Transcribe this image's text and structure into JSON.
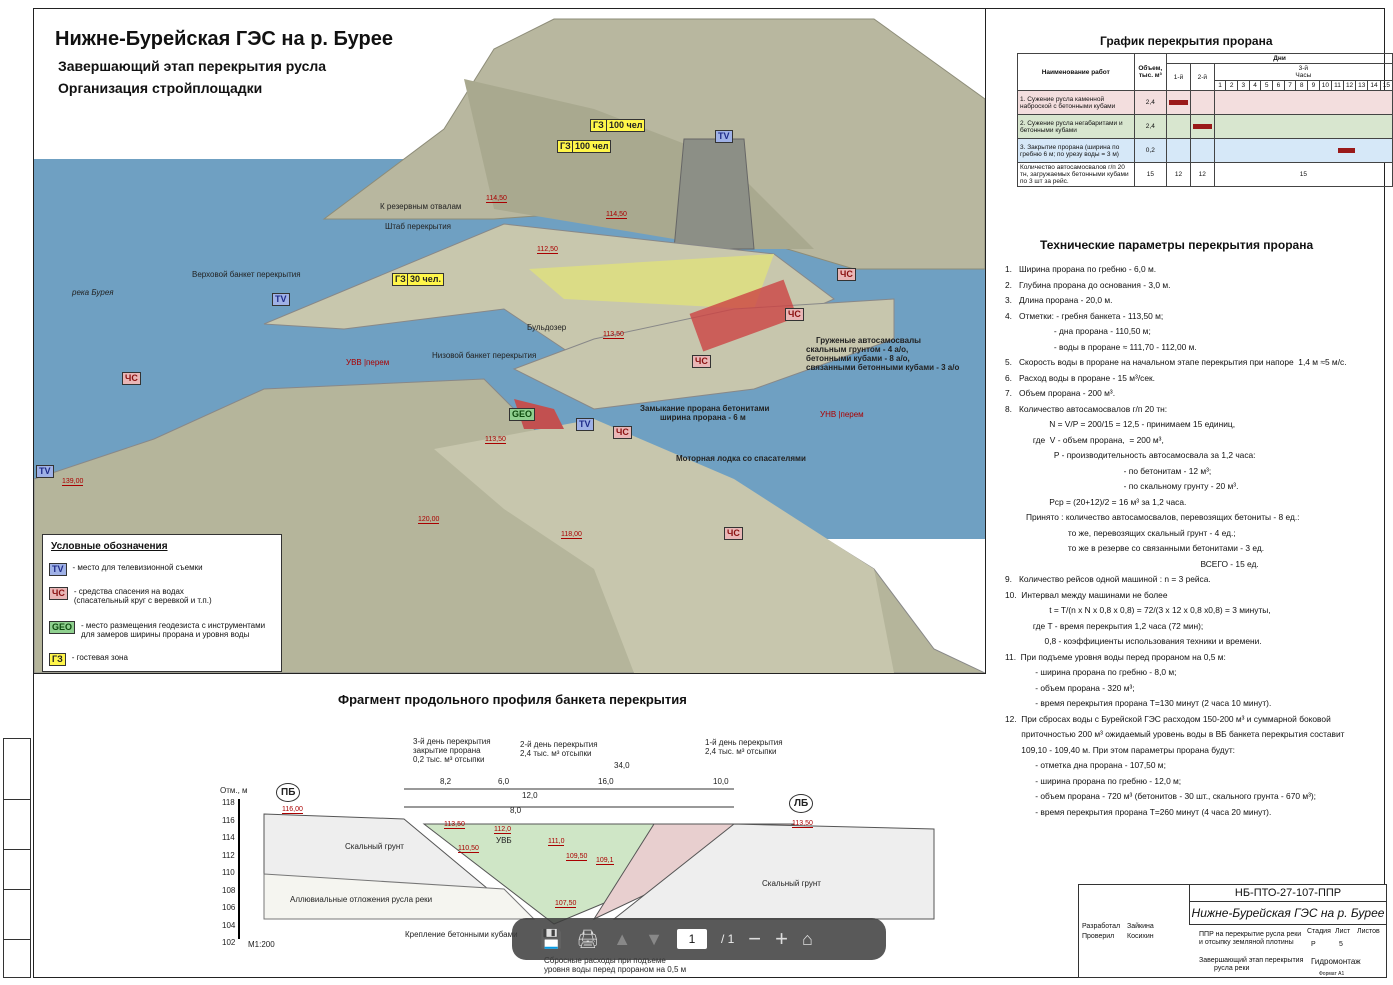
{
  "header": {
    "title": "Нижне-Бурейская ГЭС на р. Бурее",
    "subtitle1": "Завершающий этап перекрытия русла",
    "subtitle2": "Организация стройплощадки"
  },
  "site_labels": {
    "reserve_dump": "К резервным отвалам",
    "hq": "Штаб перекрытия",
    "upper_bank": "Верховой банкет перекрытия",
    "river": "река Бурея",
    "bulldozer": "Бульдозер",
    "lower_bank": "Низовой банкет перекрытия",
    "trucks1": "Груженые автосамосвалы",
    "trucks2": "скальным грунтом - 4 а/о,",
    "trucks3": "бетонными кубами - 8 а/о,",
    "trucks4": "связанными бетонными кубами - 3 а/о",
    "closing1": "Замыкание прорана бетонитами",
    "closing2": "ширина прорана - 6 м",
    "boat": "Моторная лодка со спасателями",
    "uvb": "УВВ |перем",
    "unb": "УНВ |перем"
  },
  "tags": {
    "tv": "TV",
    "chs": "ЧС",
    "geo": "GEO",
    "gz": "ГЗ",
    "gz_100": "100 чел",
    "gz_30": "30 чел."
  },
  "elevations": {
    "e114": "114,50",
    "e1145": "114,50",
    "e1125": "112,50",
    "e1135": "113,50",
    "e1135b": "113,50",
    "e139": "139,00",
    "e120": "120,00",
    "e118": "118,00"
  },
  "legend": {
    "title": "Условные обозначения",
    "tv_desc": "- место для телевизионной съемки",
    "chs_desc1": "- средства спасения на водах",
    "chs_desc2": "(спасательный круг с веревкой и т.п.)",
    "geo_desc1": "- место размещения геодезиста с инструментами",
    "geo_desc2": "для замеров ширины прорана и уровня воды",
    "gz_desc": "- гостевая зона"
  },
  "schedule": {
    "title": "График перекрытия прорана",
    "col_name": "Наименование работ",
    "col_vol": "Объем, тыс. м³",
    "col_days": "Дни",
    "d1": "1-й",
    "d2": "2-й",
    "d3": "3-й",
    "hours": "Часы",
    "h": [
      "1",
      "2",
      "3",
      "4",
      "5",
      "6",
      "7",
      "8",
      "9",
      "10",
      "11",
      "12",
      "13",
      "14",
      "15"
    ],
    "rows": [
      {
        "name": "1. Сужение русла каменной наброской с бетонными кубами",
        "vol": "2,4"
      },
      {
        "name": "2. Сужение русла негабаритами и бетонными кубами",
        "vol": "2,4"
      },
      {
        "name": "3. Закрытие прорана (ширина по гребню 6 м; по урезу воды = 3 м)",
        "vol": "0,2"
      },
      {
        "name": "Количество автосамосвалов г/п 20 тн, загружаемых бетонными кубами по 3 шт за рейс.",
        "vol": "15",
        "c1": "12",
        "c2": "12",
        "c3": "15"
      }
    ]
  },
  "tech": {
    "title": "Технические параметры перекрытия прорана",
    "lines": [
      "1.   Ширина прорана по гребню - 6,0 м.",
      "2.   Глубина прорана до основания - 3,0 м.",
      "3.   Длина прорана - 20,0 м.",
      "4.   Отметки: - гребня банкета - 113,50 м;",
      "                     - дна прорана - 110,50 м;",
      "                     - воды в проране ≈ 111,70 - 112,00 м.",
      "5.   Скорость воды в проране на начальном этапе перекрытия при напоре  1,4 м ≈5 м/с.",
      "6.   Расход воды в проране - 15 м³/сек.",
      "7.   Объем прорана - 200 м³.",
      "8.   Количество автосамосвалов г/п 20 тн:",
      "                   N = V/P = 200/15 = 12,5 - принимаем 15 единиц,",
      "            где  V - объем прорана,  = 200 м³,",
      "                     P - производительность автосамосвала за 1,2 часа:",
      "                                                   - по бетонитам - 12 м³;",
      "                                                   - по скальному грунту - 20 м³.",
      "                   Pср = (20+12)/2 = 16 м³ за 1,2 часа.",
      "         Принято : количество автосамосвалов, перевозящих бетониты - 8 ед.:",
      "                           то же, перевозящих скальный грунт - 4 ед.;",
      "                           то же в резерве со связанными бетонитами - 3 ед.",
      "                                                                                    ВСЕГО - 15 ед.",
      "9.   Количество рейсов одной машиной : n = 3 рейса.",
      "10.  Интервал между машинами не более",
      "                   t = T/(n x N x 0,8 x 0,8) = 72/(3 x 12 x 0,8 x0,8) = 3 минуты,",
      "            где T - время перекрытия 1,2 часа (72 мин);",
      "                 0,8 - коэффициенты использования техники и времени.",
      "11.  При подъеме уровня воды перед прораном на 0,5 м:",
      "             - ширина прорана по гребню - 8,0 м;",
      "             - объем прорана - 320 м³;",
      "             - время перекрытия прорана T=130 минут (2 часа 10 минут).",
      "12.  При сбросах воды с Бурейской ГЭС расходом 150-200 м³ и суммарной боковой",
      "       приточностью 200 м³ ожидаемый уровень воды в ВБ банкета перекрытия составит",
      "       109,10 - 109,40 м. При этом параметры прорана будут:",
      "             - отметка дна прорана - 107,50 м;",
      "             - ширина прорана по гребню - 12,0 м;",
      "             - объем прорана - 720 м³ (бетонитов - 30 шт., скального грунта - 670 м³);",
      "             - время перекрытия прорана T=260 минут (4 часа 20 минут)."
    ]
  },
  "profile": {
    "title": "Фрагмент продольного профиля банкета перекрытия",
    "day3a": "3-й день перекрытия",
    "day3b": "закрытие прорана",
    "day3c": "0,2 тыс. м³ отсыпки",
    "day2a": "2-й день перекрытия",
    "day2b": "2,4 тыс. м³ отсыпки",
    "day1a": "1-й день перекрытия",
    "day1b": "2,4 тыс. м³ отсыпки",
    "dims": [
      "34,0",
      "8,2",
      "6,0",
      "16,0",
      "10,0",
      "12,0",
      "8,0"
    ],
    "otm": "Отм., м",
    "ticks": [
      "118",
      "116",
      "114",
      "112",
      "110",
      "108",
      "106",
      "104",
      "102"
    ],
    "pb": "ПБ",
    "lb": "ЛБ",
    "rock_l": "Скальный грунт",
    "rock_r": "Скальный грунт",
    "alluv": "Аллювиальные отложения русла реки",
    "anchor": "Крепление бетонными кубами",
    "scale": "М1:200",
    "e116": "116,00",
    "e1135": "113,50",
    "e1105": "110,50",
    "e112": "112,0",
    "e111": "111,0",
    "e1095": "109,50",
    "e1091": "109,1",
    "e1075": "107,50",
    "e1135r": "113,50",
    "uvb": "УВБ",
    "bottom1": "Сбросные расходы при подъеме",
    "bottom2": "уровня воды перед прораном на 0,5 м"
  },
  "stamp": {
    "code": "НБ-ПТО-27-107-ППР",
    "name": "Нижне-Бурейская ГЭС на р. Бурее",
    "desc1": "ППР на перекрытие русла реки",
    "desc2": "и отсыпку земляной плотины",
    "desc3": "Завершающий этап перекрытия",
    "desc4": "русла реки",
    "stage": "Стадия",
    "sheet": "Лист",
    "sheets": "Листов",
    "stage_v": "Р",
    "sheet_v": "5",
    "dev": "Разработал",
    "dev_n": "Зайкина",
    "chk": "Проверил",
    "chk_n": "Косихин",
    "org": "Гидромонтаж",
    "fmt": "Формат А1"
  },
  "toolbar": {
    "page": "1",
    "total": "/ 1"
  }
}
